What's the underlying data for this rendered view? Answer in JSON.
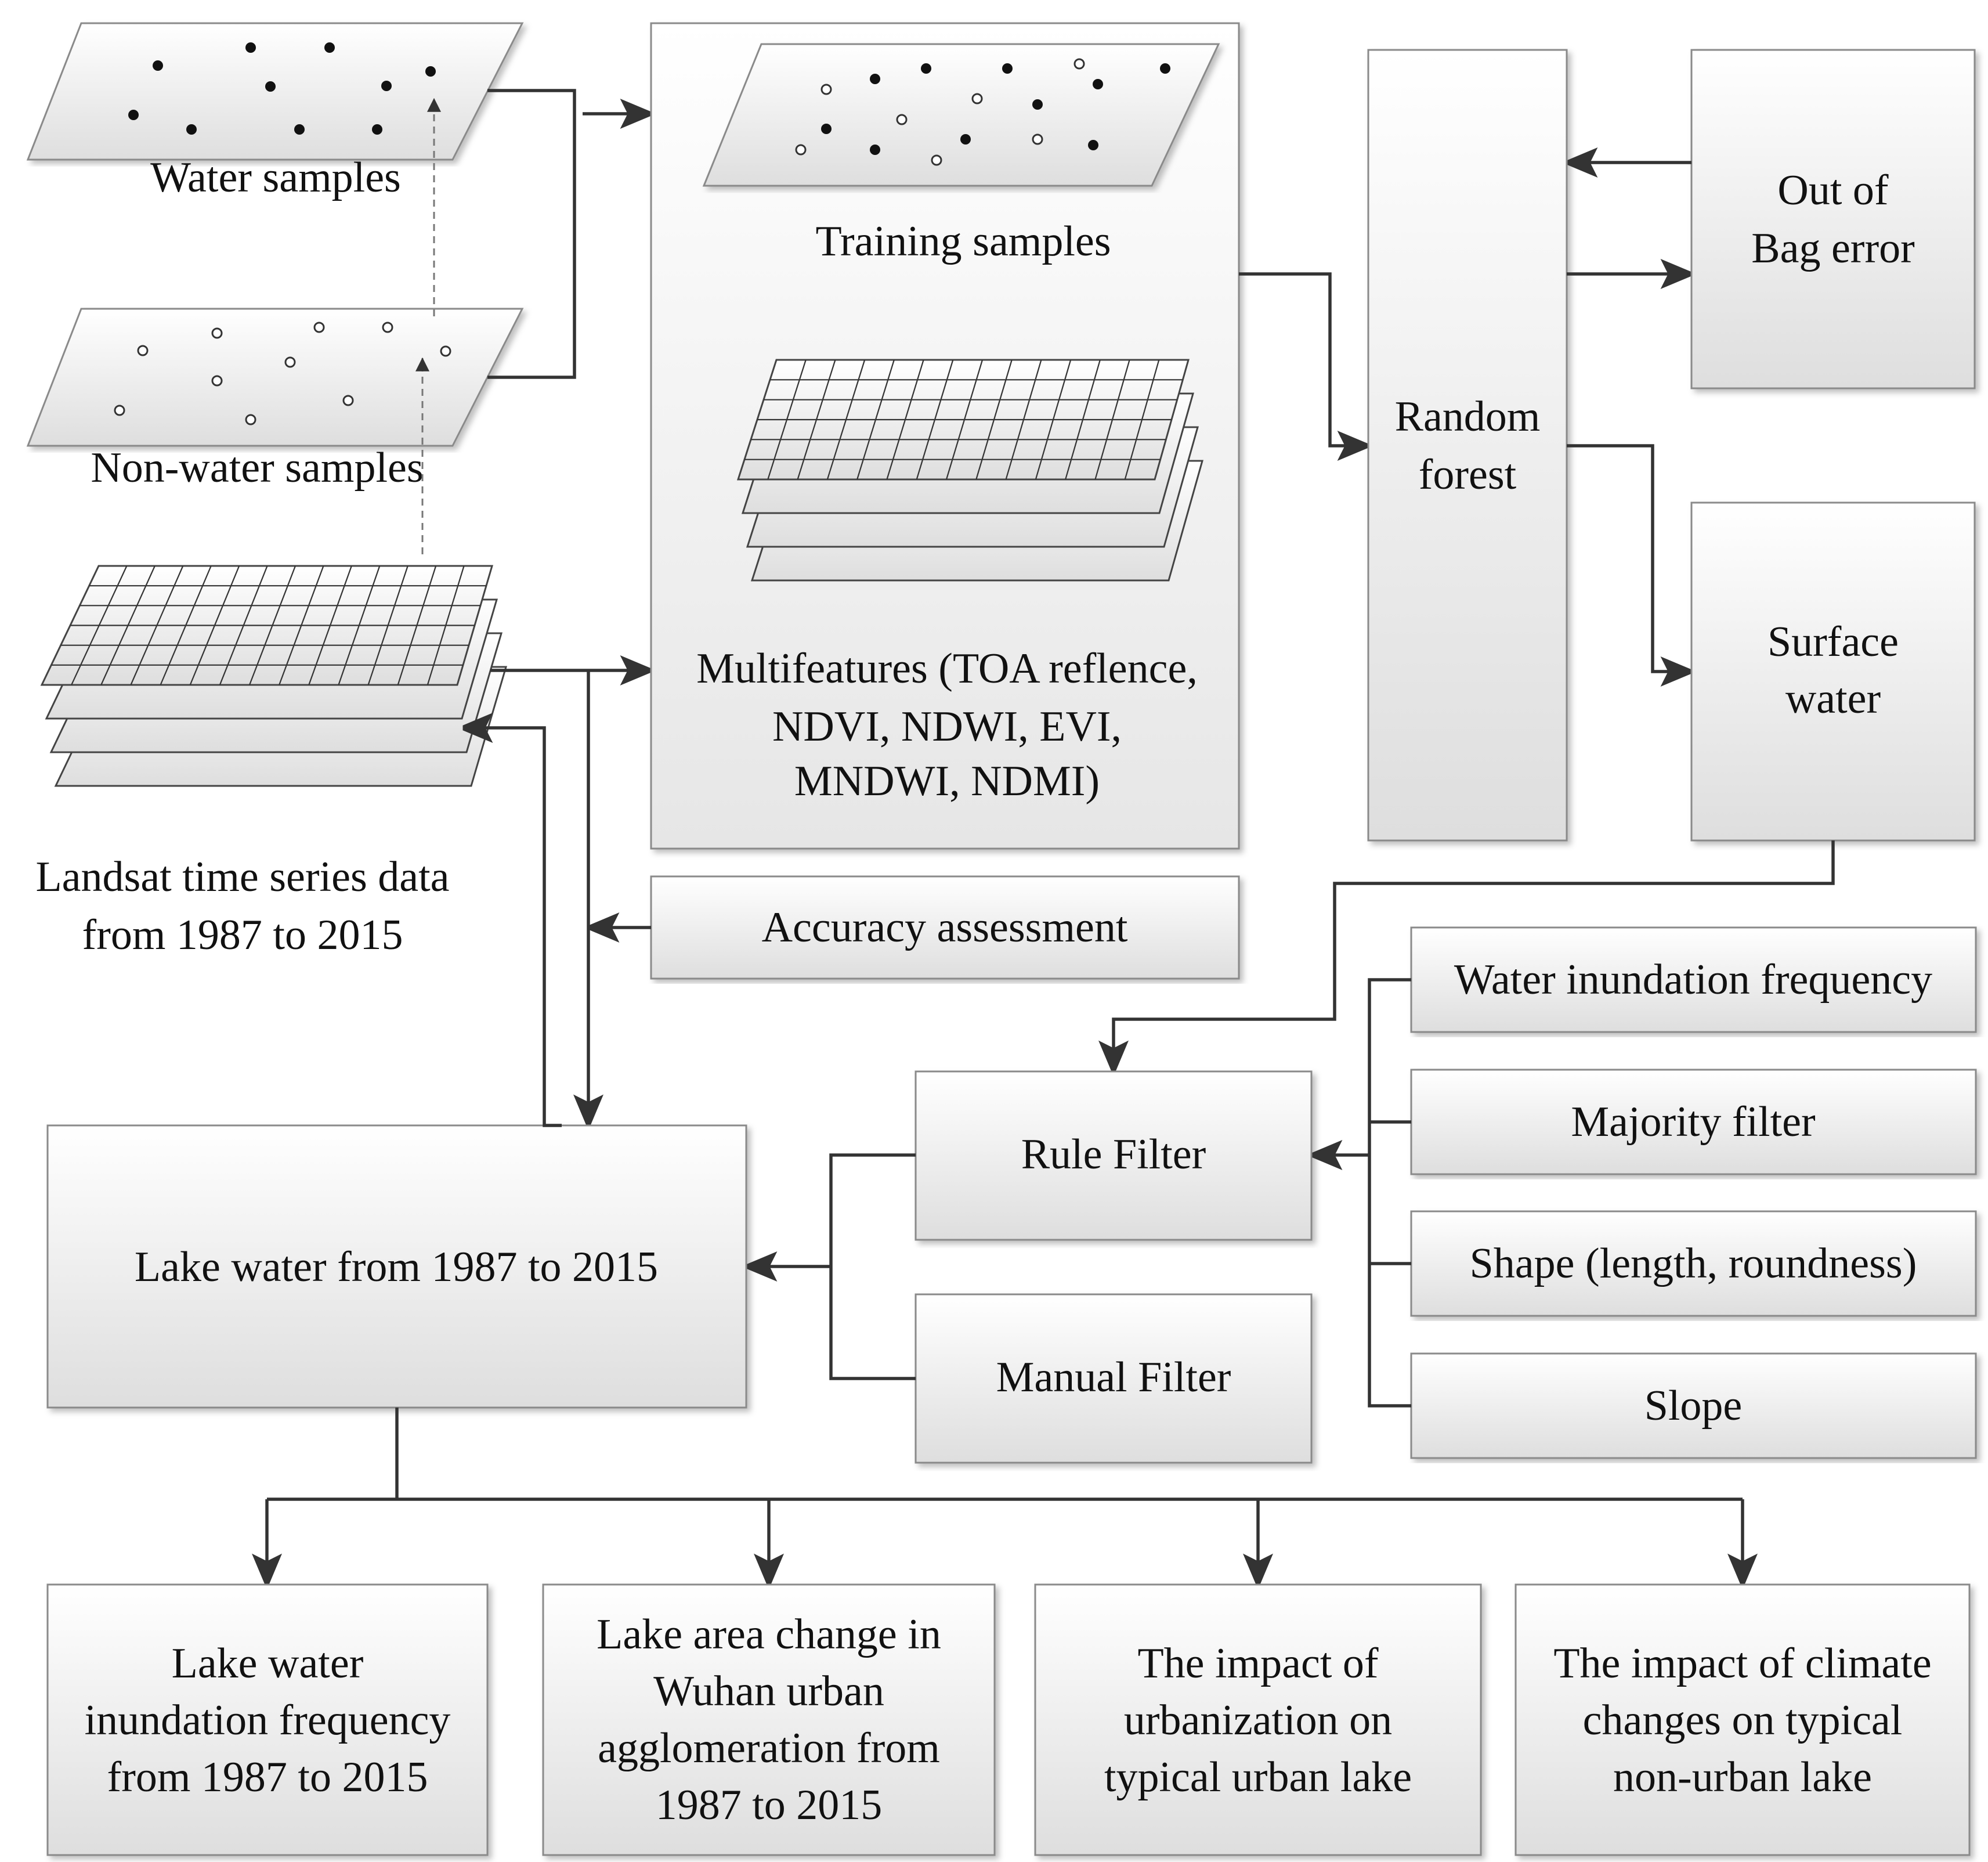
{
  "inputs": {
    "water_samples": "Water samples",
    "non_water_samples": "Non-water samples",
    "landsat_line1": "Landsat time series data",
    "landsat_line2": "from 1987 to 2015"
  },
  "features_panel": {
    "training_samples": "Training samples",
    "multifeatures_line1": "Multifeatures (TOA reflence,",
    "multifeatures_line2": "NDVI, NDWI, EVI,",
    "multifeatures_line3": "MNDWI, NDMI)"
  },
  "classifier": {
    "random_forest_line1": "Random",
    "random_forest_line2": "forest",
    "oob_line1": "Out of",
    "oob_line2": "Bag error",
    "surface_water_line1": "Surface",
    "surface_water_line2": "water"
  },
  "accuracy_assessment": "Accuracy assessment",
  "filters": {
    "rule_filter": "Rule Filter",
    "manual_filter": "Manual Filter",
    "rules": [
      "Water inundation frequency",
      "Majority filter",
      "Shape (length, roundness)",
      "Slope"
    ]
  },
  "lake_water": "Lake water from 1987 to 2015",
  "outputs": [
    {
      "lines": [
        "Lake water",
        "inundation frequency",
        "from 1987 to 2015"
      ]
    },
    {
      "lines": [
        "Lake area change in",
        "Wuhan urban",
        "agglomeration from",
        "1987 to 2015"
      ]
    },
    {
      "lines": [
        "The impact of",
        "urbanization on",
        "typical urban lake"
      ]
    },
    {
      "lines": [
        "The impact of climate",
        "changes on typical",
        "non-urban lake"
      ]
    }
  ]
}
